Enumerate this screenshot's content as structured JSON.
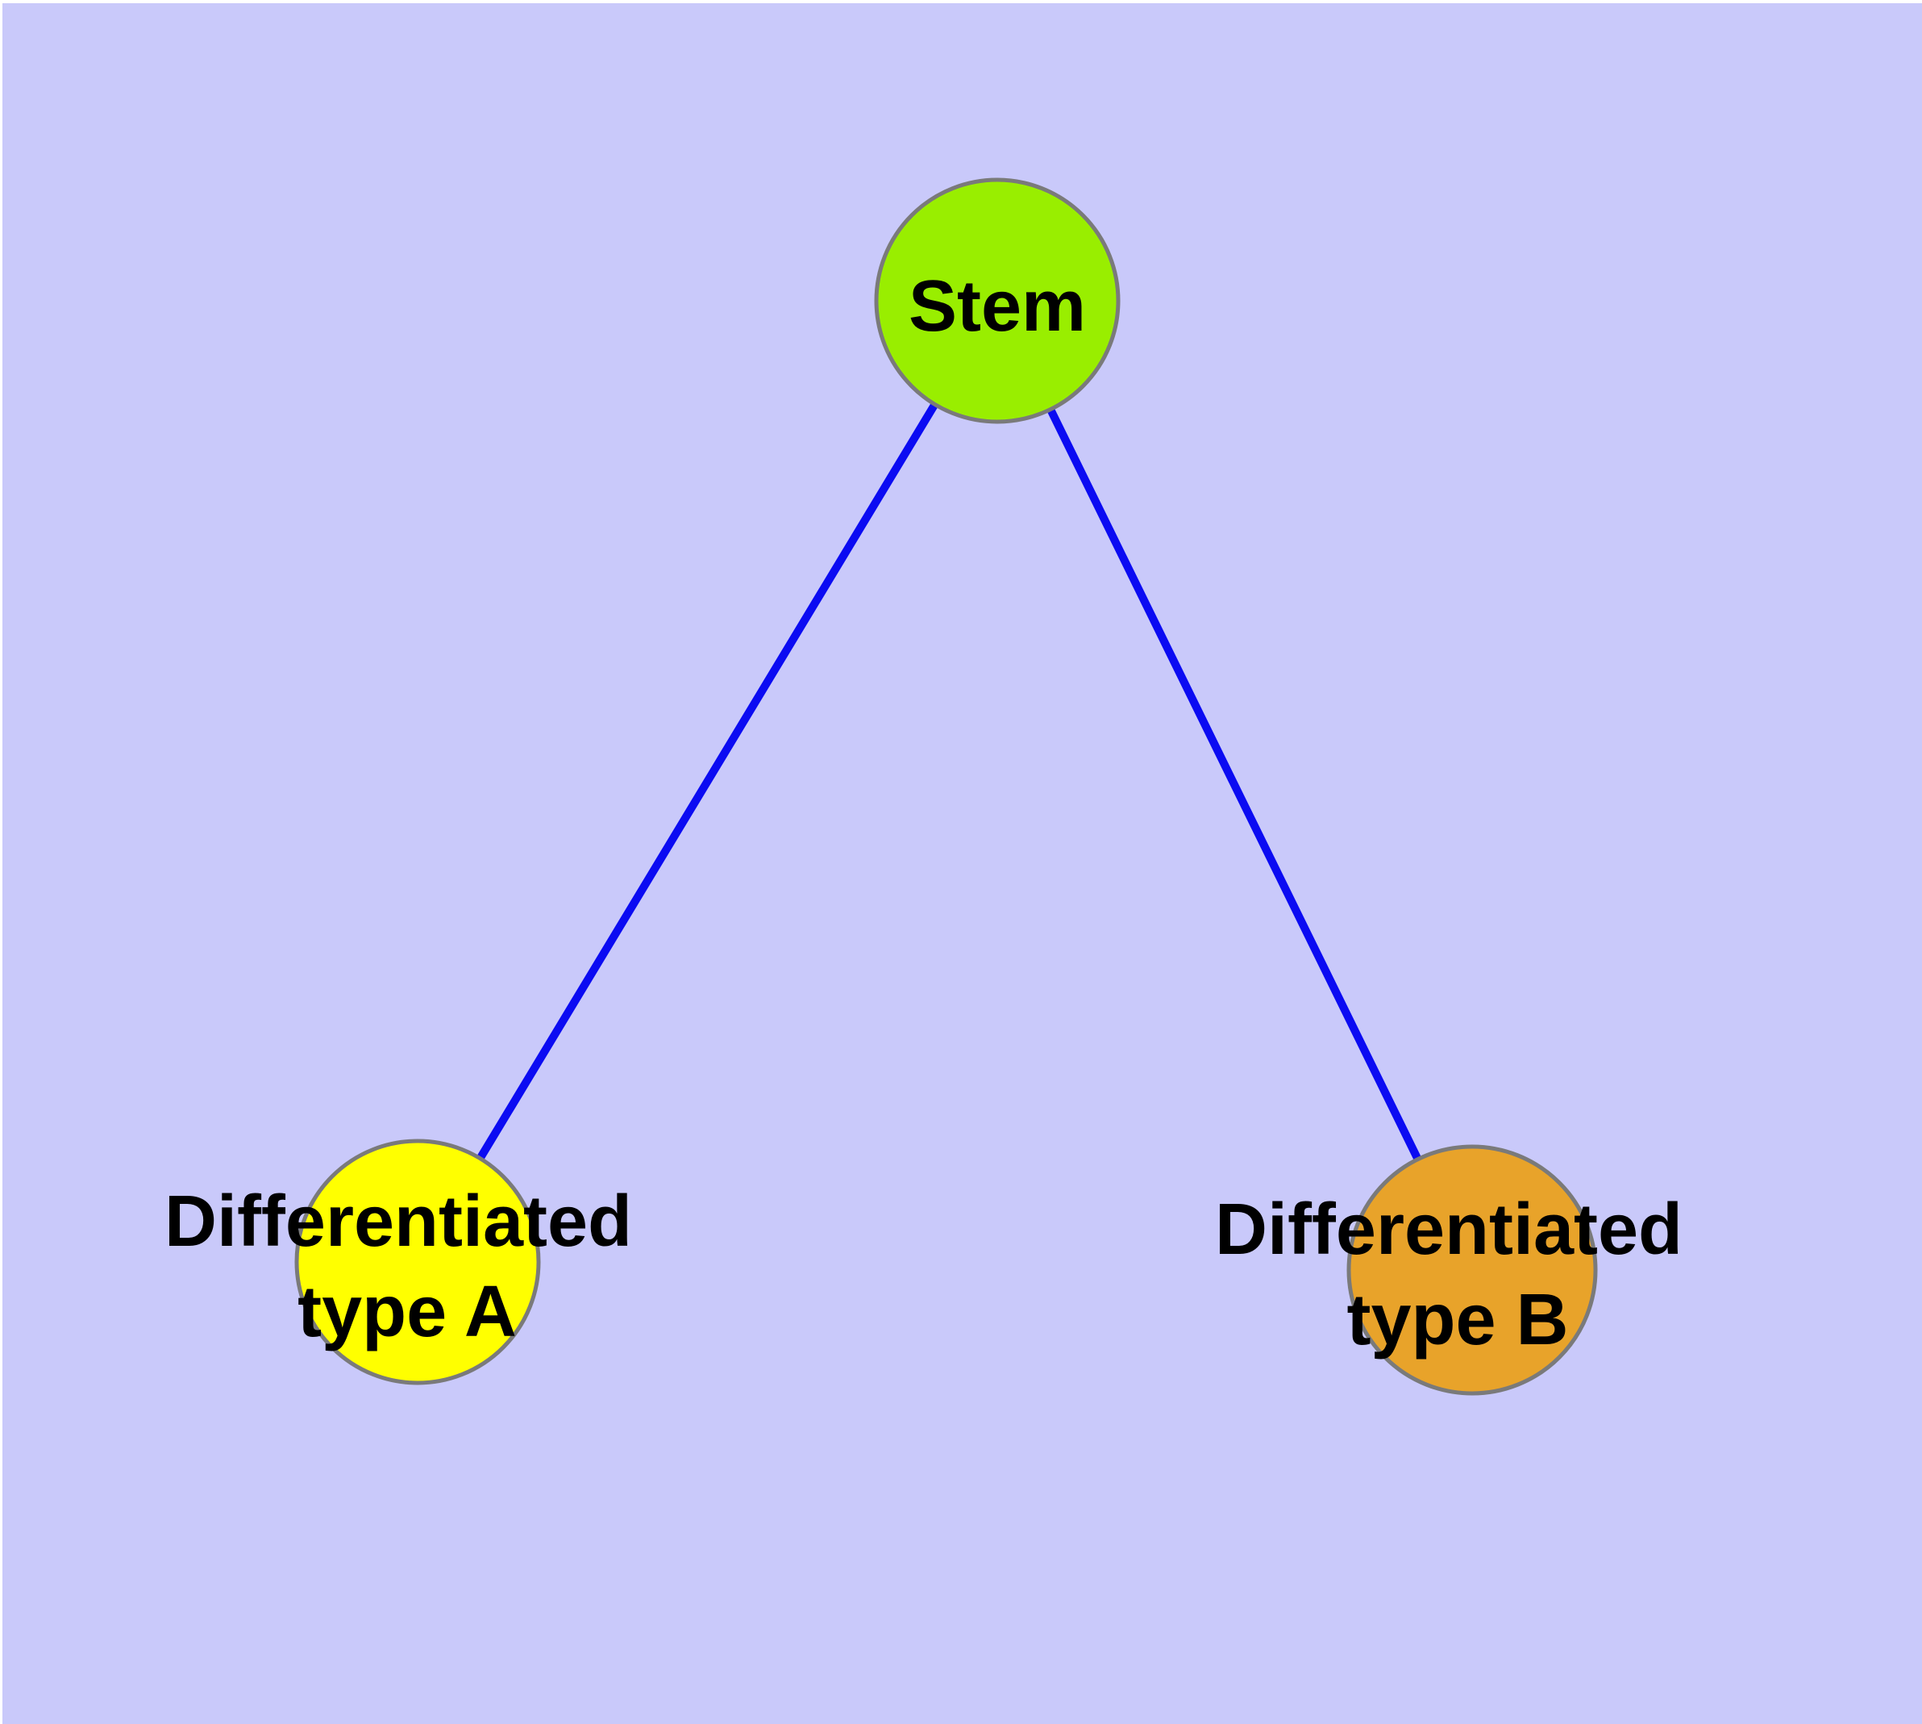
{
  "diagram": {
    "background_color": "#C9C9FA",
    "margin_color": "#FFFFFF",
    "node_border_color": "#7A7A7A",
    "label_color": "#000000",
    "nodes": {
      "stem": {
        "label": "Stem",
        "fill": "#99EE00"
      },
      "type_a": {
        "label_line1": "Differentiated",
        "label_line2": "type A",
        "fill": "#FFFF00"
      },
      "type_b": {
        "label_line1": "Differentiated",
        "label_line2": "type B",
        "fill": "#E8A32A"
      }
    },
    "edges": [
      {
        "from": "Stem",
        "to": "Differentiated type A",
        "color": "#0B0BF2"
      },
      {
        "from": "Stem",
        "to": "Differentiated type B",
        "color": "#0B0BF2"
      }
    ]
  }
}
